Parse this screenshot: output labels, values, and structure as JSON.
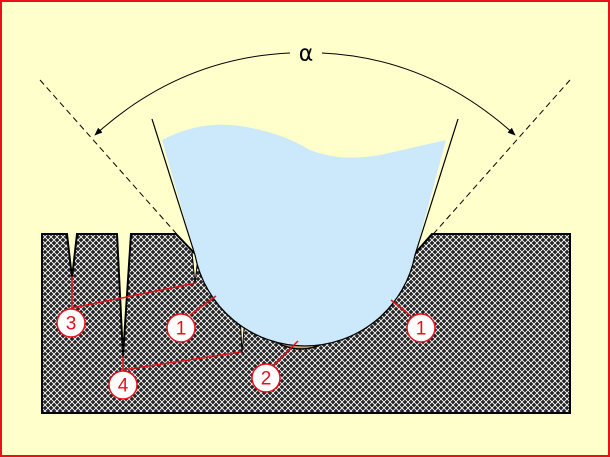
{
  "diagram": {
    "angle_symbol": "α",
    "callouts": [
      {
        "id": "callout-1-left",
        "text": "1"
      },
      {
        "id": "callout-1-right",
        "text": "1"
      },
      {
        "id": "callout-2",
        "text": "2"
      },
      {
        "id": "callout-3",
        "text": "3"
      },
      {
        "id": "callout-4",
        "text": "4"
      }
    ],
    "colors": {
      "background": "#ffffcc",
      "frame": "#e8101a",
      "liquid": "#cce9fc",
      "workpiece": "#222222",
      "deposit": "#c9a272",
      "callout": "#e8101a"
    }
  }
}
